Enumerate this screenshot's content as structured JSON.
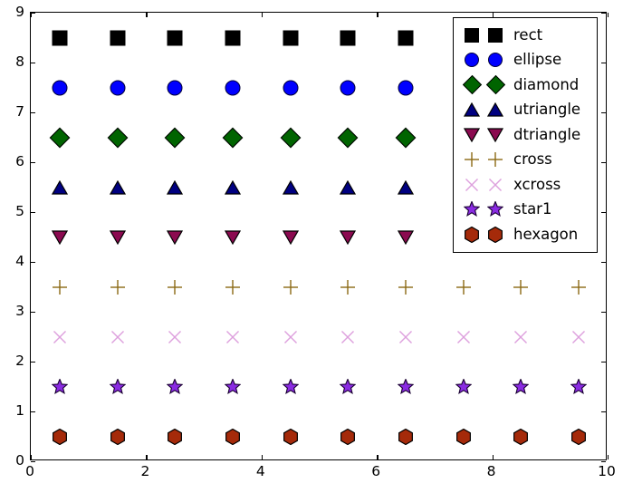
{
  "chart_data": {
    "type": "scatter",
    "title": "",
    "xlabel": "",
    "ylabel": "",
    "xlim": [
      0,
      10
    ],
    "ylim": [
      0,
      9
    ],
    "grid": false,
    "legend_position": "upper right",
    "x_ticks": [
      0,
      2,
      4,
      6,
      8,
      10
    ],
    "x_tick_labels": [
      "0",
      "2",
      "4",
      "6",
      "8",
      "10"
    ],
    "y_ticks": [
      0,
      1,
      2,
      3,
      4,
      5,
      6,
      7,
      8,
      9
    ],
    "y_tick_labels": [
      "0",
      "1",
      "2",
      "3",
      "4",
      "5",
      "6",
      "7",
      "8",
      "9"
    ],
    "series": [
      {
        "name": "rect",
        "marker": "square",
        "color": "#000000",
        "edge_color": "#000000",
        "y": 8.5,
        "x": [
          0.5,
          1.5,
          2.5,
          3.5,
          4.5,
          5.5,
          6.5,
          7.5,
          8.5,
          9.5
        ],
        "values": [
          8.5,
          8.5,
          8.5,
          8.5,
          8.5,
          8.5,
          8.5,
          8.5,
          8.5,
          8.5
        ]
      },
      {
        "name": "ellipse",
        "marker": "circle",
        "color": "#0000ff",
        "edge_color": "#00003a",
        "y": 7.5,
        "x": [
          0.5,
          1.5,
          2.5,
          3.5,
          4.5,
          5.5,
          6.5,
          7.5,
          8.5,
          9.5
        ],
        "values": [
          7.5,
          7.5,
          7.5,
          7.5,
          7.5,
          7.5,
          7.5,
          7.5,
          7.5,
          7.5
        ]
      },
      {
        "name": "diamond",
        "marker": "diamond",
        "color": "#006400",
        "edge_color": "#000000",
        "y": 6.5,
        "x": [
          0.5,
          1.5,
          2.5,
          3.5,
          4.5,
          5.5,
          6.5,
          7.5,
          8.5,
          9.5
        ],
        "values": [
          6.5,
          6.5,
          6.5,
          6.5,
          6.5,
          6.5,
          6.5,
          6.5,
          6.5,
          6.5
        ]
      },
      {
        "name": "utriangle",
        "marker": "triangle-up",
        "color": "#000080",
        "edge_color": "#000000",
        "y": 5.5,
        "x": [
          0.5,
          1.5,
          2.5,
          3.5,
          4.5,
          5.5,
          6.5,
          7.5,
          8.5,
          9.5
        ],
        "values": [
          5.5,
          5.5,
          5.5,
          5.5,
          5.5,
          5.5,
          5.5,
          5.5,
          5.5,
          5.5
        ]
      },
      {
        "name": "dtriangle",
        "marker": "triangle-down",
        "color": "#8b0a50",
        "edge_color": "#000000",
        "y": 4.5,
        "x": [
          0.5,
          1.5,
          2.5,
          3.5,
          4.5,
          5.5,
          6.5,
          7.5,
          8.5,
          9.5
        ],
        "values": [
          4.5,
          4.5,
          4.5,
          4.5,
          4.5,
          4.5,
          4.5,
          4.5,
          4.5,
          4.5
        ]
      },
      {
        "name": "cross",
        "marker": "plus",
        "color": "#8b6914",
        "edge_color": "#8b6914",
        "y": 3.5,
        "x": [
          0.5,
          1.5,
          2.5,
          3.5,
          4.5,
          5.5,
          6.5,
          7.5,
          8.5,
          9.5
        ],
        "values": [
          3.5,
          3.5,
          3.5,
          3.5,
          3.5,
          3.5,
          3.5,
          3.5,
          3.5,
          3.5
        ]
      },
      {
        "name": "xcross",
        "marker": "x",
        "color": "#dda0dd",
        "edge_color": "#dda0dd",
        "y": 2.5,
        "x": [
          0.5,
          1.5,
          2.5,
          3.5,
          4.5,
          5.5,
          6.5,
          7.5,
          8.5,
          9.5
        ],
        "values": [
          2.5,
          2.5,
          2.5,
          2.5,
          2.5,
          2.5,
          2.5,
          2.5,
          2.5,
          2.5
        ]
      },
      {
        "name": "star1",
        "marker": "star",
        "color": "#8a2be2",
        "edge_color": "#1a0033",
        "y": 1.5,
        "x": [
          0.5,
          1.5,
          2.5,
          3.5,
          4.5,
          5.5,
          6.5,
          7.5,
          8.5,
          9.5
        ],
        "values": [
          1.5,
          1.5,
          1.5,
          1.5,
          1.5,
          1.5,
          1.5,
          1.5,
          1.5,
          1.5
        ]
      },
      {
        "name": "hexagon",
        "marker": "hexagon",
        "color": "#a52a0a",
        "edge_color": "#000000",
        "y": 0.5,
        "x": [
          0.5,
          1.5,
          2.5,
          3.5,
          4.5,
          5.5,
          6.5,
          7.5,
          8.5,
          9.5
        ],
        "values": [
          0.5,
          0.5,
          0.5,
          0.5,
          0.5,
          0.5,
          0.5,
          0.5,
          0.5,
          0.5
        ]
      }
    ],
    "legend_entries": [
      {
        "label": "rect",
        "color": "#000000"
      },
      {
        "label": "ellipse",
        "color": "#0000ff"
      },
      {
        "label": "diamond",
        "color": "#006400"
      },
      {
        "label": "utriangle",
        "color": "#000080"
      },
      {
        "label": "dtriangle",
        "color": "#8b0a50"
      },
      {
        "label": "cross",
        "color": "#8b6914"
      },
      {
        "label": "xcross",
        "color": "#dda0dd"
      },
      {
        "label": "star1",
        "color": "#8a2be2"
      },
      {
        "label": "hexagon",
        "color": "#a52a0a"
      }
    ]
  }
}
